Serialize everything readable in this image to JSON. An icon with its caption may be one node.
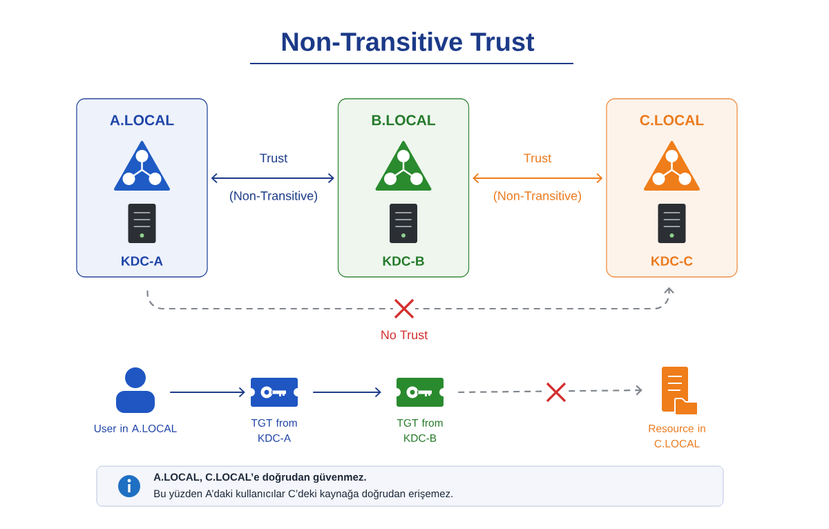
{
  "diagram": {
    "title": "Non-Transitive Trust",
    "nodes": [
      {
        "text": [
          "A.LOCAL",
          "KDC-A"
        ]
      },
      {
        "text": [
          "B.LOCAL",
          "KDC-B"
        ]
      },
      {
        "text": [
          "C.LOCAL",
          "KDC-C"
        ]
      },
      {
        "text": [
          "User in A.LOCAL"
        ]
      },
      {
        "text": [
          "TGT from KDC-A"
        ]
      },
      {
        "text": [
          "TGT from KDC-B"
        ]
      },
      {
        "text": [
          "Resource in C.LOCAL"
        ]
      },
      {
        "text": [
          "A.LOCAL, C.LOCAL’e doğrudan güvenmez.",
          "Bu yüzden A’daki kullanıcılar C’deki kaynağa doğrudan erişemez."
        ]
      }
    ],
    "edges": [
      {
        "from": 0,
        "to": 1,
        "arrow": "both",
        "label": "Trust"
      },
      {
        "from": 1,
        "to": 2,
        "arrow": "both",
        "label": "Trust",
        "color": "#ef7d1a"
      },
      {
        "from": 0,
        "to": 2,
        "arrow": "to",
        "label": "No Trust",
        "style": "dashed",
        "color": "#80868e"
      },
      {
        "from": 3,
        "to": 4,
        "arrow": "to"
      },
      {
        "from": 4,
        "to": 5,
        "arrow": "to"
      },
      {
        "from": 5,
        "to": 6,
        "arrow": "to",
        "style": "dashed",
        "color": "#80868e"
      }
    ],
    "labels": [
      "(Non-Transitive)",
      "(Non-Transitive)"
    ]
  }
}
